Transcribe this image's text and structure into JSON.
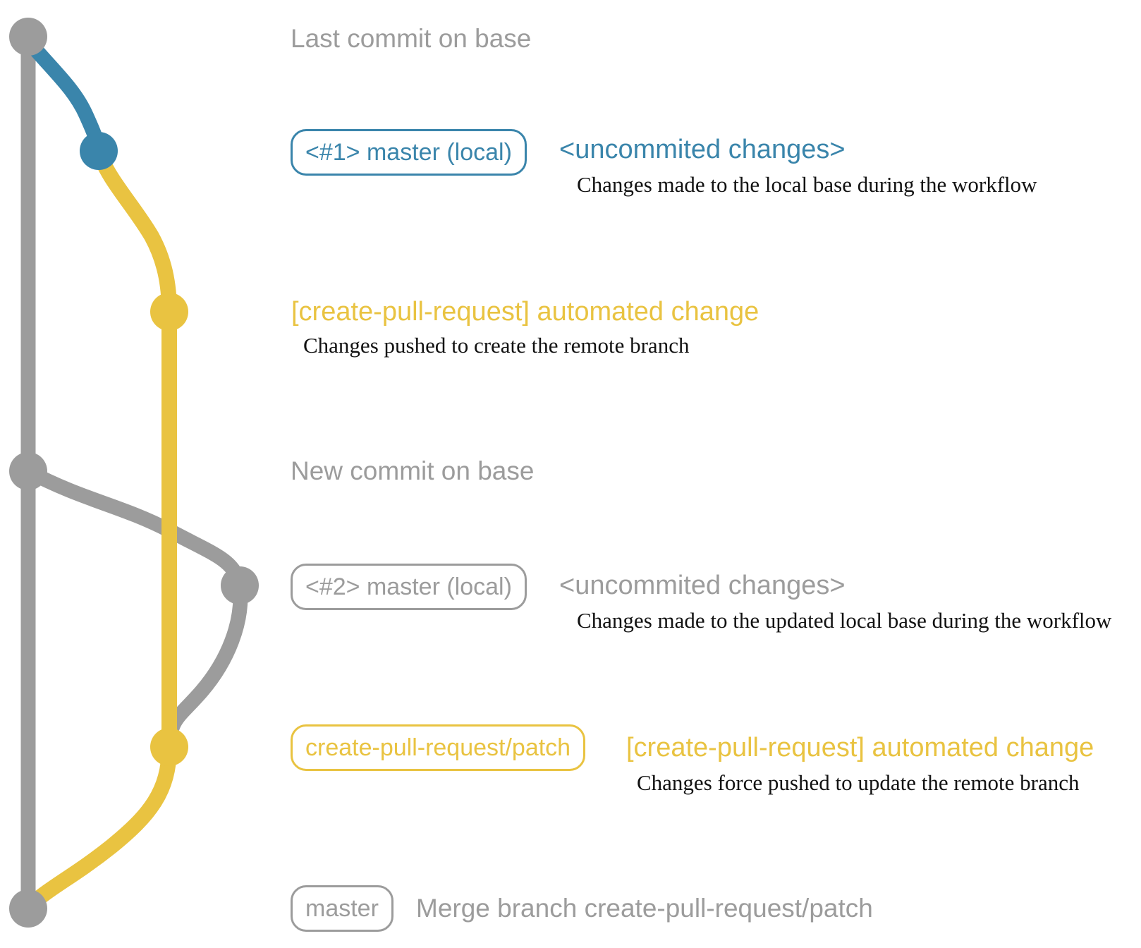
{
  "colors": {
    "gray": "#9c9c9c",
    "blue": "#3a85ab",
    "yellow": "#e9c341",
    "description_text": "#121212"
  },
  "rows": {
    "last_commit": {
      "heading": "Last commit on base"
    },
    "local_commit_1": {
      "box_label": "<#1> master (local)",
      "annotation": "<uncommited changes>",
      "description": "Changes made to the local base during the workflow"
    },
    "remote_push_1": {
      "annotation": "[create-pull-request] automated change",
      "description": "Changes pushed to create the remote branch"
    },
    "new_commit": {
      "heading": "New commit on base"
    },
    "local_commit_2": {
      "box_label": "<#2> master (local)",
      "annotation": "<uncommited changes>",
      "description": "Changes made to the updated local base during the workflow"
    },
    "remote_push_2": {
      "box_label": "create-pull-request/patch",
      "annotation": "[create-pull-request] automated change",
      "description": "Changes force pushed to update the remote branch"
    },
    "merge": {
      "box_label": "master",
      "annotation": "Merge branch create-pull-request/patch"
    }
  }
}
